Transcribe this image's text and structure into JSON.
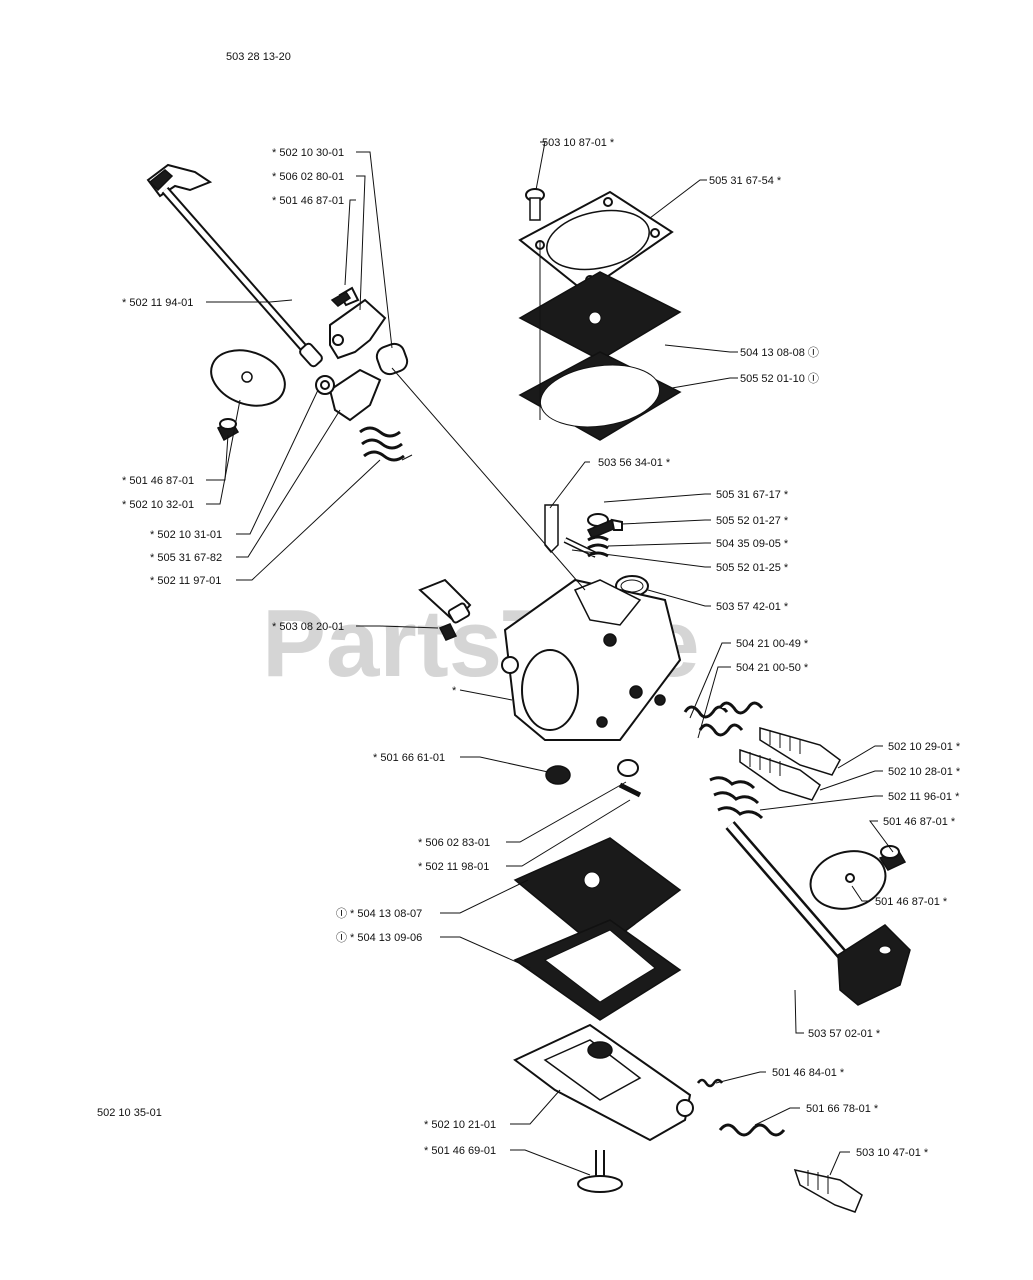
{
  "header": {
    "drawing_number": "503 28 13-20"
  },
  "footer": {
    "kit_number": "502 10 35-01"
  },
  "watermark": {
    "text": "PartsTree"
  },
  "symbols": {
    "kit_symbol": "Ⓘ",
    "asterisk": "*"
  },
  "labels": [
    {
      "id": "502-10-30-01",
      "text": "* 502 10 30-01"
    },
    {
      "id": "506-02-80-01",
      "text": "* 506 02 80-01"
    },
    {
      "id": "501-46-87-01-a",
      "text": "* 501 46 87-01"
    },
    {
      "id": "502-11-94-01",
      "text": "* 502 11 94-01"
    },
    {
      "id": "501-46-87-01-b",
      "text": "* 501 46 87-01"
    },
    {
      "id": "502-10-32-01",
      "text": "* 502 10 32-01"
    },
    {
      "id": "502-10-31-01",
      "text": "* 502 10 31-01"
    },
    {
      "id": "505-31-67-82",
      "text": "* 505 31 67-82"
    },
    {
      "id": "502-11-97-01",
      "text": "* 502 11 97-01"
    },
    {
      "id": "503-08-20-01",
      "text": "* 503 08 20-01"
    },
    {
      "id": "carb-body",
      "text": "*"
    },
    {
      "id": "501-66-61-01",
      "text": "* 501 66 61-01"
    },
    {
      "id": "506-02-83-01",
      "text": "* 506 02 83-01"
    },
    {
      "id": "502-11-98-01",
      "text": "* 502 11 98-01"
    },
    {
      "id": "504-13-08-07",
      "text": "Ⓘ * 504 13 08-07"
    },
    {
      "id": "504-13-09-06",
      "text": "Ⓘ * 504 13 09-06"
    },
    {
      "id": "502-10-21-01",
      "text": "* 502 10 21-01"
    },
    {
      "id": "501-46-69-01",
      "text": "* 501 46 69-01"
    },
    {
      "id": "503-10-87-01",
      "text": "503 10 87-01 *"
    },
    {
      "id": "505-31-67-54",
      "text": "505 31 67-54 *"
    },
    {
      "id": "504-13-08-08",
      "text": "504 13 08-08 Ⓘ"
    },
    {
      "id": "505-52-01-10",
      "text": "505 52 01-10 Ⓘ"
    },
    {
      "id": "503-56-34-01",
      "text": "503 56 34-01 *"
    },
    {
      "id": "505-31-67-17",
      "text": "505 31 67-17 *"
    },
    {
      "id": "505-52-01-27",
      "text": "505 52 01-27 *"
    },
    {
      "id": "504-35-09-05",
      "text": "504 35 09-05 *"
    },
    {
      "id": "505-52-01-25",
      "text": "505 52 01-25 *"
    },
    {
      "id": "503-57-42-01",
      "text": "503 57 42-01 *"
    },
    {
      "id": "504-21-00-49",
      "text": "504 21 00-49 *"
    },
    {
      "id": "504-21-00-50",
      "text": "504 21 00-50 *"
    },
    {
      "id": "502-10-29-01",
      "text": "502 10 29-01 *"
    },
    {
      "id": "502-10-28-01",
      "text": "502 10 28-01 *"
    },
    {
      "id": "502-11-96-01",
      "text": "502 11 96-01 *"
    },
    {
      "id": "501-46-87-01-c",
      "text": "501 46 87-01 *"
    },
    {
      "id": "501-46-87-01-d",
      "text": "501 46 87-01 *"
    },
    {
      "id": "503-57-02-01",
      "text": "503 57 02-01 *"
    },
    {
      "id": "501-46-84-01",
      "text": "501 46 84-01 *"
    },
    {
      "id": "501-66-78-01",
      "text": "501 66 78-01 *"
    },
    {
      "id": "503-10-47-01",
      "text": "503 10 47-01 *"
    }
  ]
}
